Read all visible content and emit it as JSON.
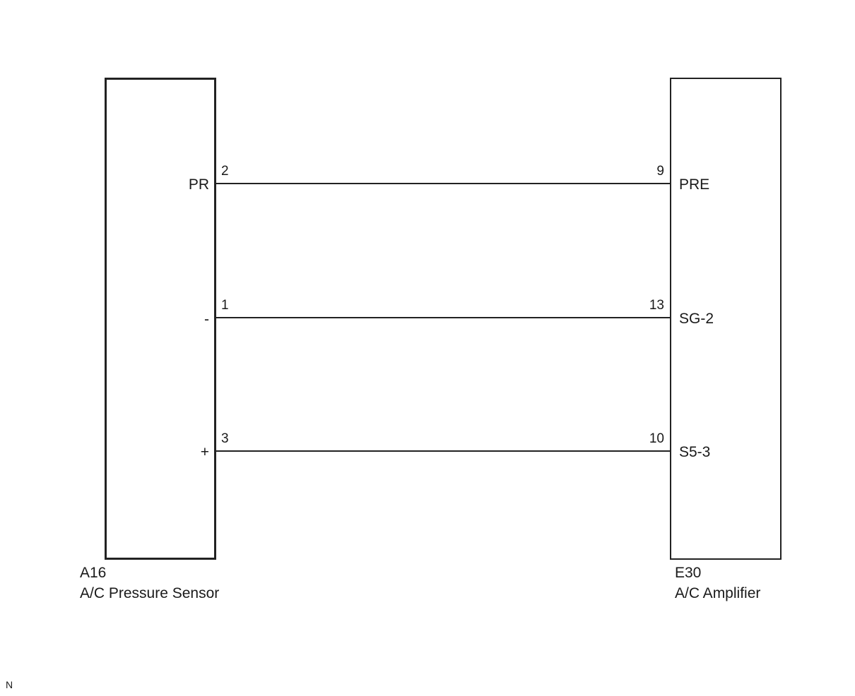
{
  "connectors": {
    "left": {
      "id": "A16",
      "name": "A/C Pressure Sensor",
      "pins": [
        {
          "signal": "PR",
          "pin": "2"
        },
        {
          "signal": "-",
          "pin": "1"
        },
        {
          "signal": "+",
          "pin": "3"
        }
      ]
    },
    "right": {
      "id": "E30",
      "name": "A/C Amplifier",
      "pins": [
        {
          "signal": "PRE",
          "pin": "9"
        },
        {
          "signal": "SG-2",
          "pin": "13"
        },
        {
          "signal": "S5-3",
          "pin": "10"
        }
      ]
    }
  },
  "wires": [
    {
      "from": "A16-2",
      "to": "E30-9"
    },
    {
      "from": "A16-1",
      "to": "E30-13"
    },
    {
      "from": "A16-3",
      "to": "E30-10"
    }
  ],
  "corner_mark": "N"
}
